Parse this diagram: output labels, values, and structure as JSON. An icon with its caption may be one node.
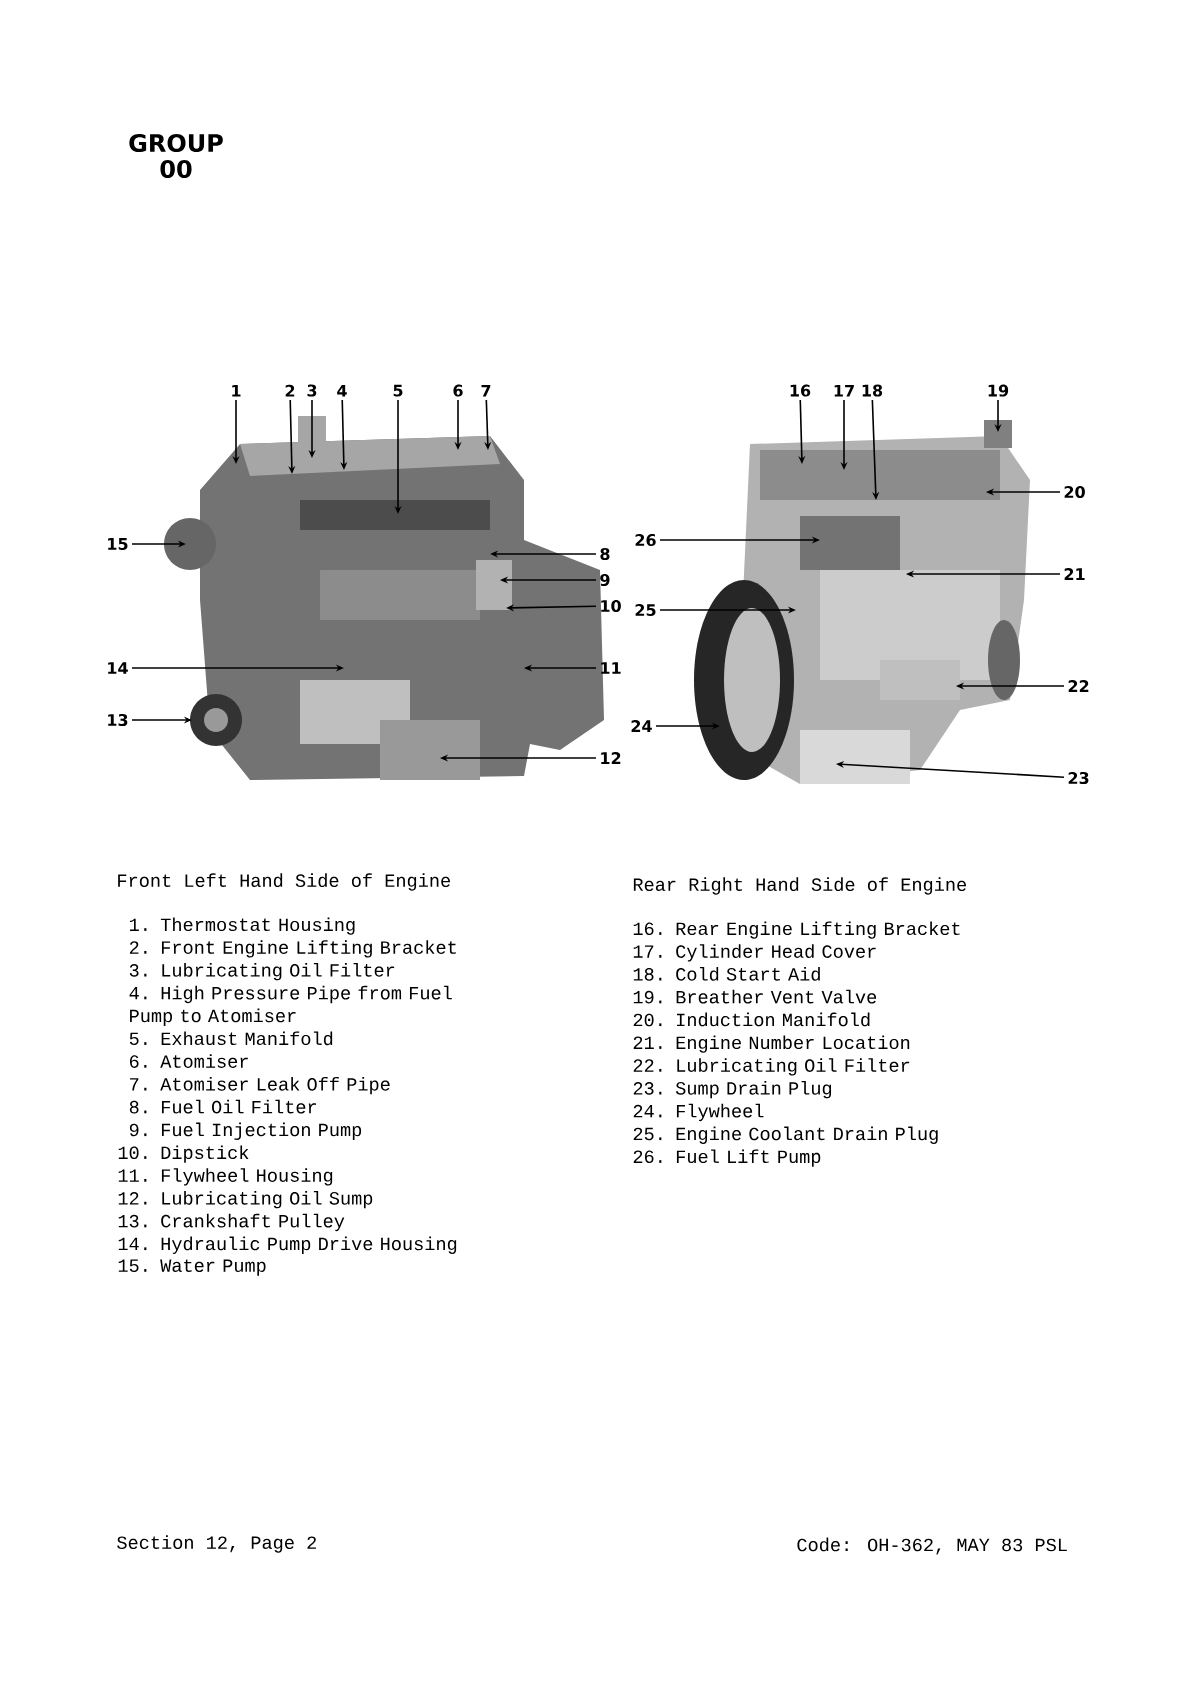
{
  "diagram": {
    "nodes": [
      {
        "text": [
          "1"
        ]
      },
      {
        "text": [
          "2"
        ]
      },
      {
        "text": [
          "3"
        ]
      },
      {
        "text": [
          "4"
        ]
      },
      {
        "text": [
          "5"
        ]
      },
      {
        "text": [
          "6"
        ]
      },
      {
        "text": [
          "7"
        ]
      },
      {
        "text": [
          "8"
        ]
      },
      {
        "text": [
          "9"
        ]
      },
      {
        "text": [
          "10"
        ]
      },
      {
        "text": [
          "11"
        ]
      },
      {
        "text": [
          "12"
        ]
      },
      {
        "text": [
          "13"
        ]
      },
      {
        "text": [
          "14"
        ]
      },
      {
        "text": [
          "15"
        ]
      },
      {
        "text": [
          "16"
        ]
      },
      {
        "text": [
          "17"
        ]
      },
      {
        "text": [
          "18"
        ]
      },
      {
        "text": [
          "19"
        ]
      },
      {
        "text": [
          "20"
        ]
      },
      {
        "text": [
          "21"
        ]
      },
      {
        "text": [
          "22"
        ]
      },
      {
        "text": [
          "23"
        ]
      },
      {
        "text": [
          "24"
        ]
      },
      {
        "text": [
          "25"
        ]
      },
      {
        "text": [
          "26"
        ]
      }
    ],
    "edges": [
      {
        "from": 0,
        "to": null,
        "arrow": "to"
      },
      {
        "from": 1,
        "to": null,
        "arrow": "to"
      },
      {
        "from": 2,
        "to": null,
        "arrow": "to"
      },
      {
        "from": 3,
        "to": null,
        "arrow": "to"
      },
      {
        "from": 4,
        "to": null,
        "arrow": "to"
      },
      {
        "from": 5,
        "to": null,
        "arrow": "to"
      },
      {
        "from": 6,
        "to": null,
        "arrow": "to"
      },
      {
        "from": 7,
        "to": null,
        "arrow": "to"
      },
      {
        "from": 8,
        "to": null,
        "arrow": "to"
      },
      {
        "from": 9,
        "to": null,
        "arrow": "to"
      },
      {
        "from": 10,
        "to": null,
        "arrow": "to"
      },
      {
        "from": 11,
        "to": null,
        "arrow": "to"
      },
      {
        "from": 12,
        "to": null,
        "arrow": "to"
      },
      {
        "from": 13,
        "to": null,
        "arrow": "to"
      },
      {
        "from": 14,
        "to": null,
        "arrow": "to"
      },
      {
        "from": 15,
        "to": null,
        "arrow": "to"
      },
      {
        "from": 16,
        "to": null,
        "arrow": "to"
      },
      {
        "from": 17,
        "to": null,
        "arrow": "to"
      },
      {
        "from": 18,
        "to": null,
        "arrow": "to"
      },
      {
        "from": 19,
        "to": null,
        "arrow": "to"
      },
      {
        "from": 20,
        "to": null,
        "arrow": "to"
      },
      {
        "from": 21,
        "to": null,
        "arrow": "to"
      },
      {
        "from": 22,
        "to": null,
        "arrow": "to"
      },
      {
        "from": 23,
        "to": null,
        "arrow": "to"
      },
      {
        "from": 24,
        "to": null,
        "arrow": "to"
      },
      {
        "from": 25,
        "to": null,
        "arrow": "to"
      }
    ],
    "labels": [
      "GROUP 00",
      "Front Left Hand Side of Engine",
      "1. Thermostat Housing",
      "2. Front Engine Lifting Bracket",
      "3. Lubricating Oil Filter",
      "4. High Pressure Pipe from Fuel Pump to Atomiser",
      "5. Exhaust Manifold",
      "6. Atomiser",
      "7. Atomiser Leak Off Pipe",
      "8. Fuel Oil Filter",
      "9. Fuel Injection Pump",
      "10. Dipstick",
      "11. Flywheel Housing",
      "12. Lubricating Oil Sump",
      "13. Crankshaft Pulley",
      "14. Hydraulic Pump Drive Housing",
      "15. Water Pump",
      "Rear Right Hand Side of Engine",
      "16. Rear Engine Lifting Bracket",
      "17. Cylinder Head Cover",
      "18. Cold Start Aid",
      "19. Breather Vent Valve",
      "20. Induction Manifold",
      "21. Engine Number Location",
      "22. Lubricating Oil Filter",
      "23. Sump Drain Plug",
      "24. Flywheel",
      "25. Engine Coolant Drain Plug",
      "26. Fuel Lift Pump",
      "Section 12, Page 2",
      "Code: OH-362, MAY 83 PSL"
    ]
  }
}
